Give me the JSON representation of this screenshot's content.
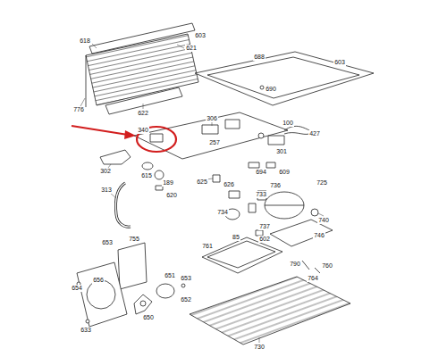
{
  "diagram": {
    "labels": [
      "618",
      "621",
      "603",
      "688",
      "603",
      "690",
      "776",
      "622",
      "306",
      "257",
      "100",
      "427",
      "340",
      "301",
      "694",
      "609",
      "302",
      "615",
      "189",
      "620",
      "313",
      "625",
      "626",
      "733",
      "736",
      "725",
      "734",
      "740",
      "737",
      "746",
      "653",
      "755",
      "761",
      "85",
      "602",
      "790",
      "760",
      "764",
      "651",
      "653",
      "652",
      "650",
      "656",
      "654",
      "633",
      "730"
    ]
  }
}
